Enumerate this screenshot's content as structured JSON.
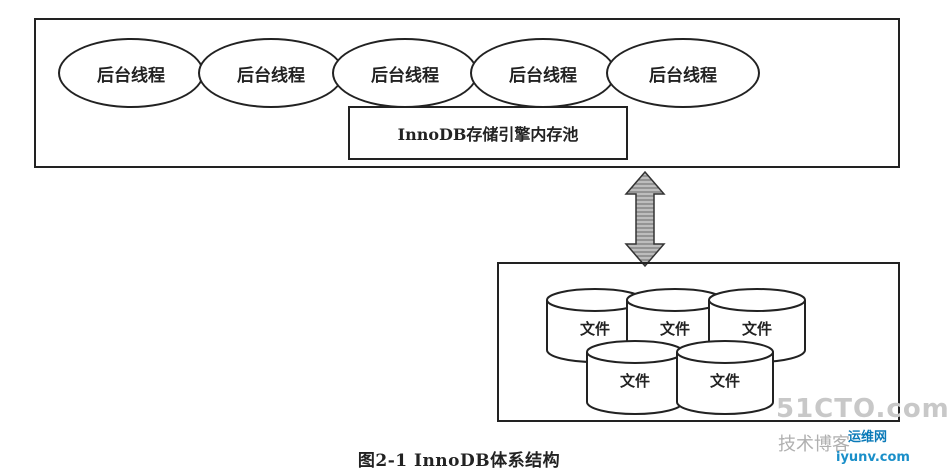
{
  "diagram": {
    "background_threads": [
      "后台线程",
      "后台线程",
      "后台线程",
      "后台线程",
      "后台线程"
    ],
    "buffer_pool_label": "InnoDB存储引擎内存池",
    "files": [
      "文件",
      "文件",
      "文件",
      "文件",
      "文件"
    ],
    "caption": "图2-1   InnoDB体系结构"
  },
  "watermark": {
    "main": "51CTO.com",
    "line1": "技术博客",
    "line2": "运维网",
    "line3": "iyunv.com"
  }
}
